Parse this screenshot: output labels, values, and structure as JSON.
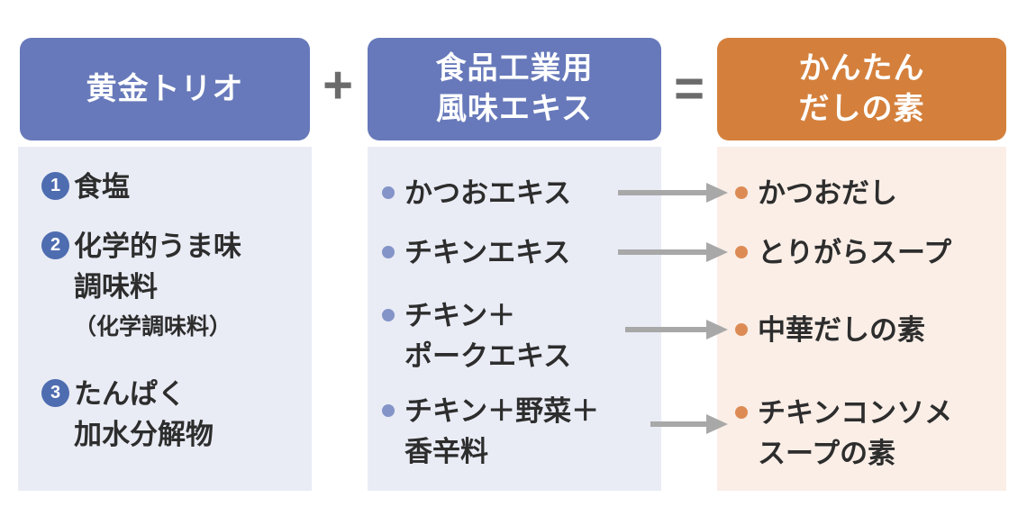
{
  "diagram": {
    "operators": {
      "plus": "+",
      "equals": "="
    },
    "columns": [
      {
        "id": "golden-trio",
        "header_lines": [
          "黄金トリオ"
        ],
        "items": [
          {
            "number": "1",
            "lines": [
              "食塩"
            ]
          },
          {
            "number": "2",
            "lines": [
              "化学的うま味",
              "調味料"
            ],
            "note": "（化学調味料）"
          },
          {
            "number": "3",
            "lines": [
              "たんぱく",
              "加水分解物"
            ]
          }
        ]
      },
      {
        "id": "industrial-flavor-extracts",
        "header_lines": [
          "食品工業用",
          "風味エキス"
        ],
        "items": [
          {
            "lines": [
              "かつおエキス"
            ]
          },
          {
            "lines": [
              "チキンエキス"
            ]
          },
          {
            "lines": [
              "チキン＋",
              "ポークエキス"
            ]
          },
          {
            "lines": [
              "チキン＋野菜＋",
              "香辛料"
            ]
          }
        ]
      },
      {
        "id": "easy-dashi-base",
        "header_lines": [
          "かんたん",
          "だしの素"
        ],
        "items": [
          {
            "lines": [
              "かつおだし"
            ]
          },
          {
            "lines": [
              "とりがらスープ"
            ]
          },
          {
            "lines": [
              "中華だしの素"
            ]
          },
          {
            "lines": [
              "チキンコンソメ",
              "スープの素"
            ]
          }
        ]
      }
    ],
    "mappings": [
      {
        "from": "かつおエキス",
        "to": "かつおだし"
      },
      {
        "from": "チキンエキス",
        "to": "とりがらスープ"
      },
      {
        "from": "チキン＋ポークエキス",
        "to": "中華だしの素"
      },
      {
        "from": "チキン＋野菜＋香辛料",
        "to": "チキンコンソメスープの素"
      }
    ],
    "colors": {
      "blue_header": "#6779ba",
      "orange_header": "#d4803c",
      "blue_body": "#e9ecf5",
      "peach_body": "#faeee7",
      "number_badge": "#4e6cb0",
      "blue_bullet": "#8494c8",
      "orange_bullet": "#dd8b55",
      "arrow": "#a8a8a8",
      "operator": "#6b6b6b",
      "text": "#2d2d2d"
    }
  }
}
